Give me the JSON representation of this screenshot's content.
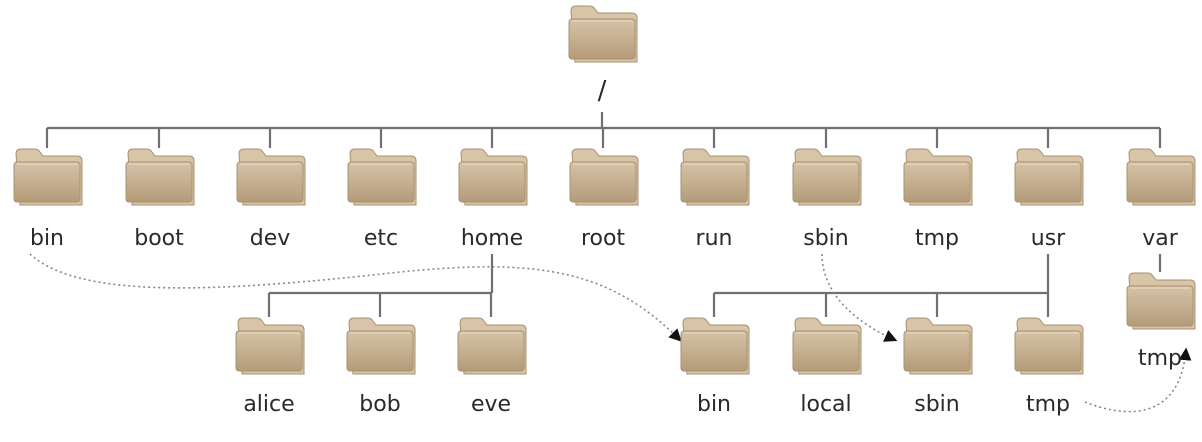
{
  "root": {
    "label": "/"
  },
  "level1": [
    {
      "key": "bin",
      "label": "bin"
    },
    {
      "key": "boot",
      "label": "boot"
    },
    {
      "key": "dev",
      "label": "dev"
    },
    {
      "key": "etc",
      "label": "etc"
    },
    {
      "key": "home",
      "label": "home"
    },
    {
      "key": "root",
      "label": "root"
    },
    {
      "key": "run",
      "label": "run"
    },
    {
      "key": "sbin",
      "label": "sbin"
    },
    {
      "key": "tmp",
      "label": "tmp"
    },
    {
      "key": "usr",
      "label": "usr"
    },
    {
      "key": "var",
      "label": "var"
    }
  ],
  "home_children": [
    {
      "key": "alice",
      "label": "alice"
    },
    {
      "key": "bob",
      "label": "bob"
    },
    {
      "key": "eve",
      "label": "eve"
    }
  ],
  "usr_children": [
    {
      "key": "bin",
      "label": "bin"
    },
    {
      "key": "local",
      "label": "local"
    },
    {
      "key": "sbin",
      "label": "sbin"
    },
    {
      "key": "tmp",
      "label": "tmp"
    }
  ],
  "var_children": [
    {
      "key": "tmp",
      "label": "tmp"
    }
  ],
  "links": [
    {
      "from": "bin",
      "to": "usr/bin"
    },
    {
      "from": "sbin",
      "to": "usr/sbin"
    },
    {
      "from": "usr/tmp",
      "to": "var/tmp"
    }
  ],
  "colors": {
    "folder_body": "#cbb595",
    "folder_tab": "#d8c4a6",
    "folder_dark": "#a89172",
    "line": "#707070",
    "link": "#888888",
    "text": "#2a2a2a"
  }
}
